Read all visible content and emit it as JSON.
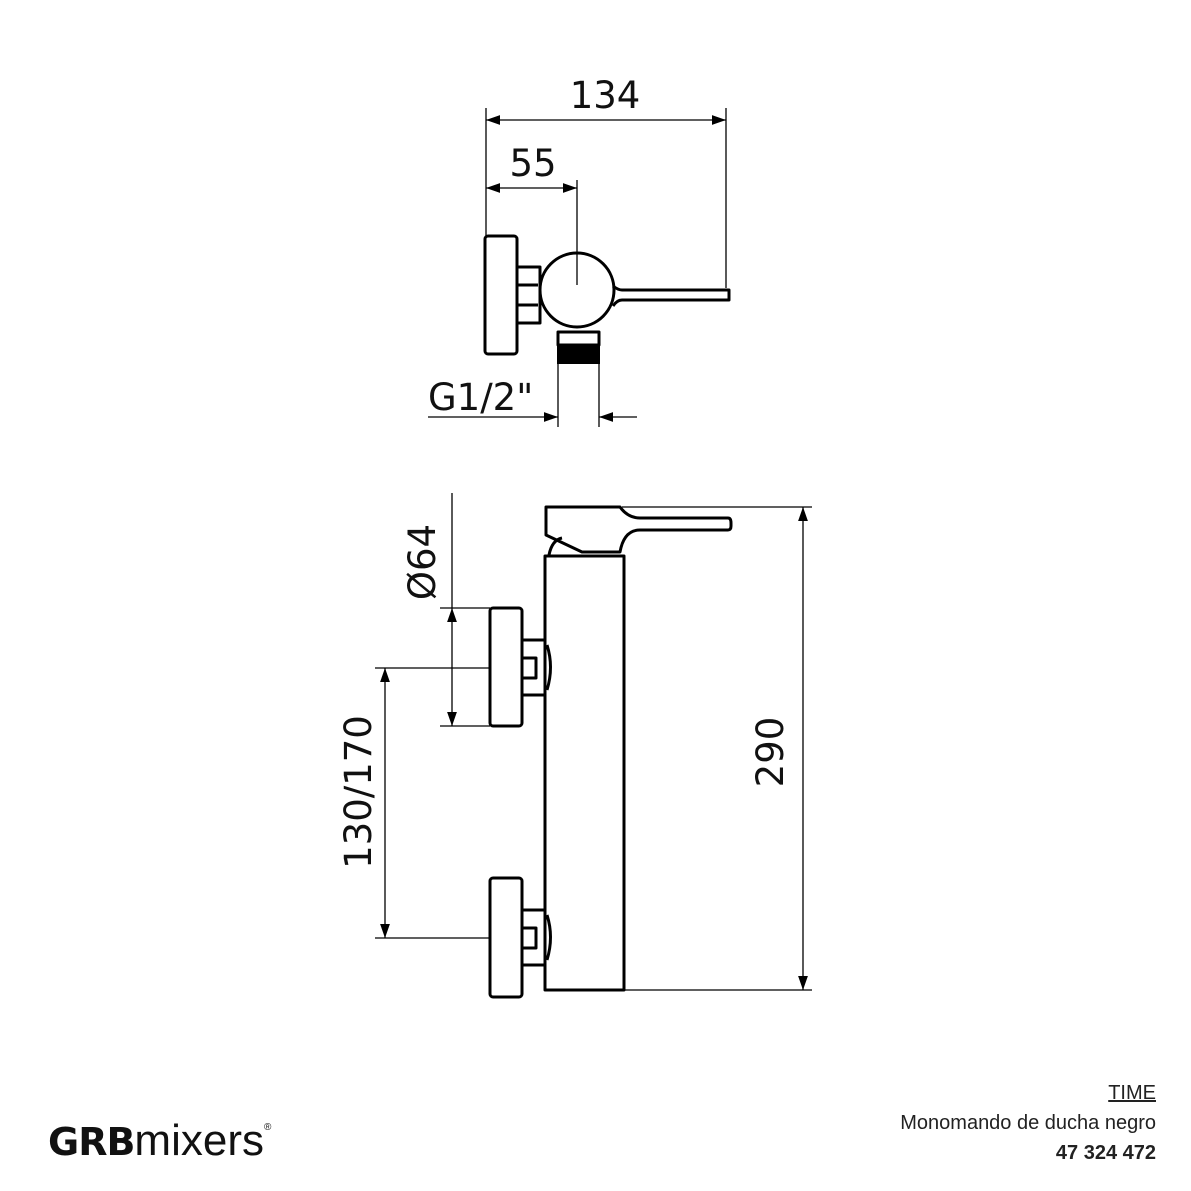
{
  "top_view": {
    "dim_overall": "134",
    "dim_axis": "55",
    "dim_thread": "G1/2\""
  },
  "front_view": {
    "dim_plate_diameter": "Ø64",
    "dim_centers": "130/170",
    "dim_height": "290"
  },
  "footer": {
    "logo_bold": "GRB",
    "logo_light": "mixers",
    "logo_mark": "®",
    "product_line": "TIME",
    "description": "Monomando de ducha negro",
    "code": "47 324 472"
  }
}
